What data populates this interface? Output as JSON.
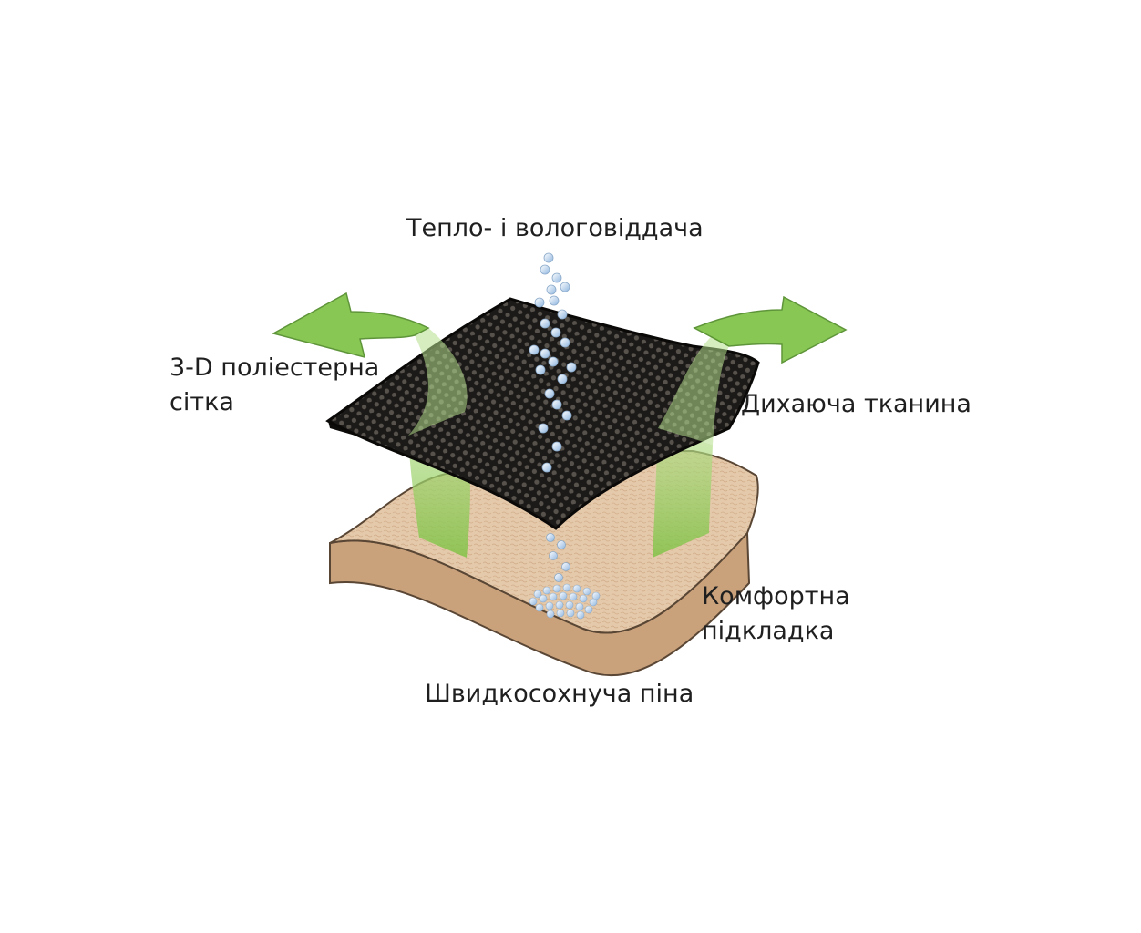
{
  "labels": {
    "heat_moisture_release": "Тепло- і вологовіддача",
    "polyester_mesh_line1": "3-D поліестерна",
    "polyester_mesh_line2": "сітка",
    "breathable_fabric": "Дихаюча тканина",
    "comfort_lining_line1": "Комфортна",
    "comfort_lining_line2": "підкладка",
    "quick_dry_foam": "Швидкосохнуча піна"
  },
  "colors": {
    "arrow_green": "#7cc242",
    "arrow_green_dark": "#4e8a25",
    "mesh_black": "#1c1a18",
    "mesh_dots": "#5a5550",
    "foam_beige": "#e3c7a8",
    "foam_edge": "#c9a27c",
    "droplet_blue": "#a9c8e8"
  }
}
